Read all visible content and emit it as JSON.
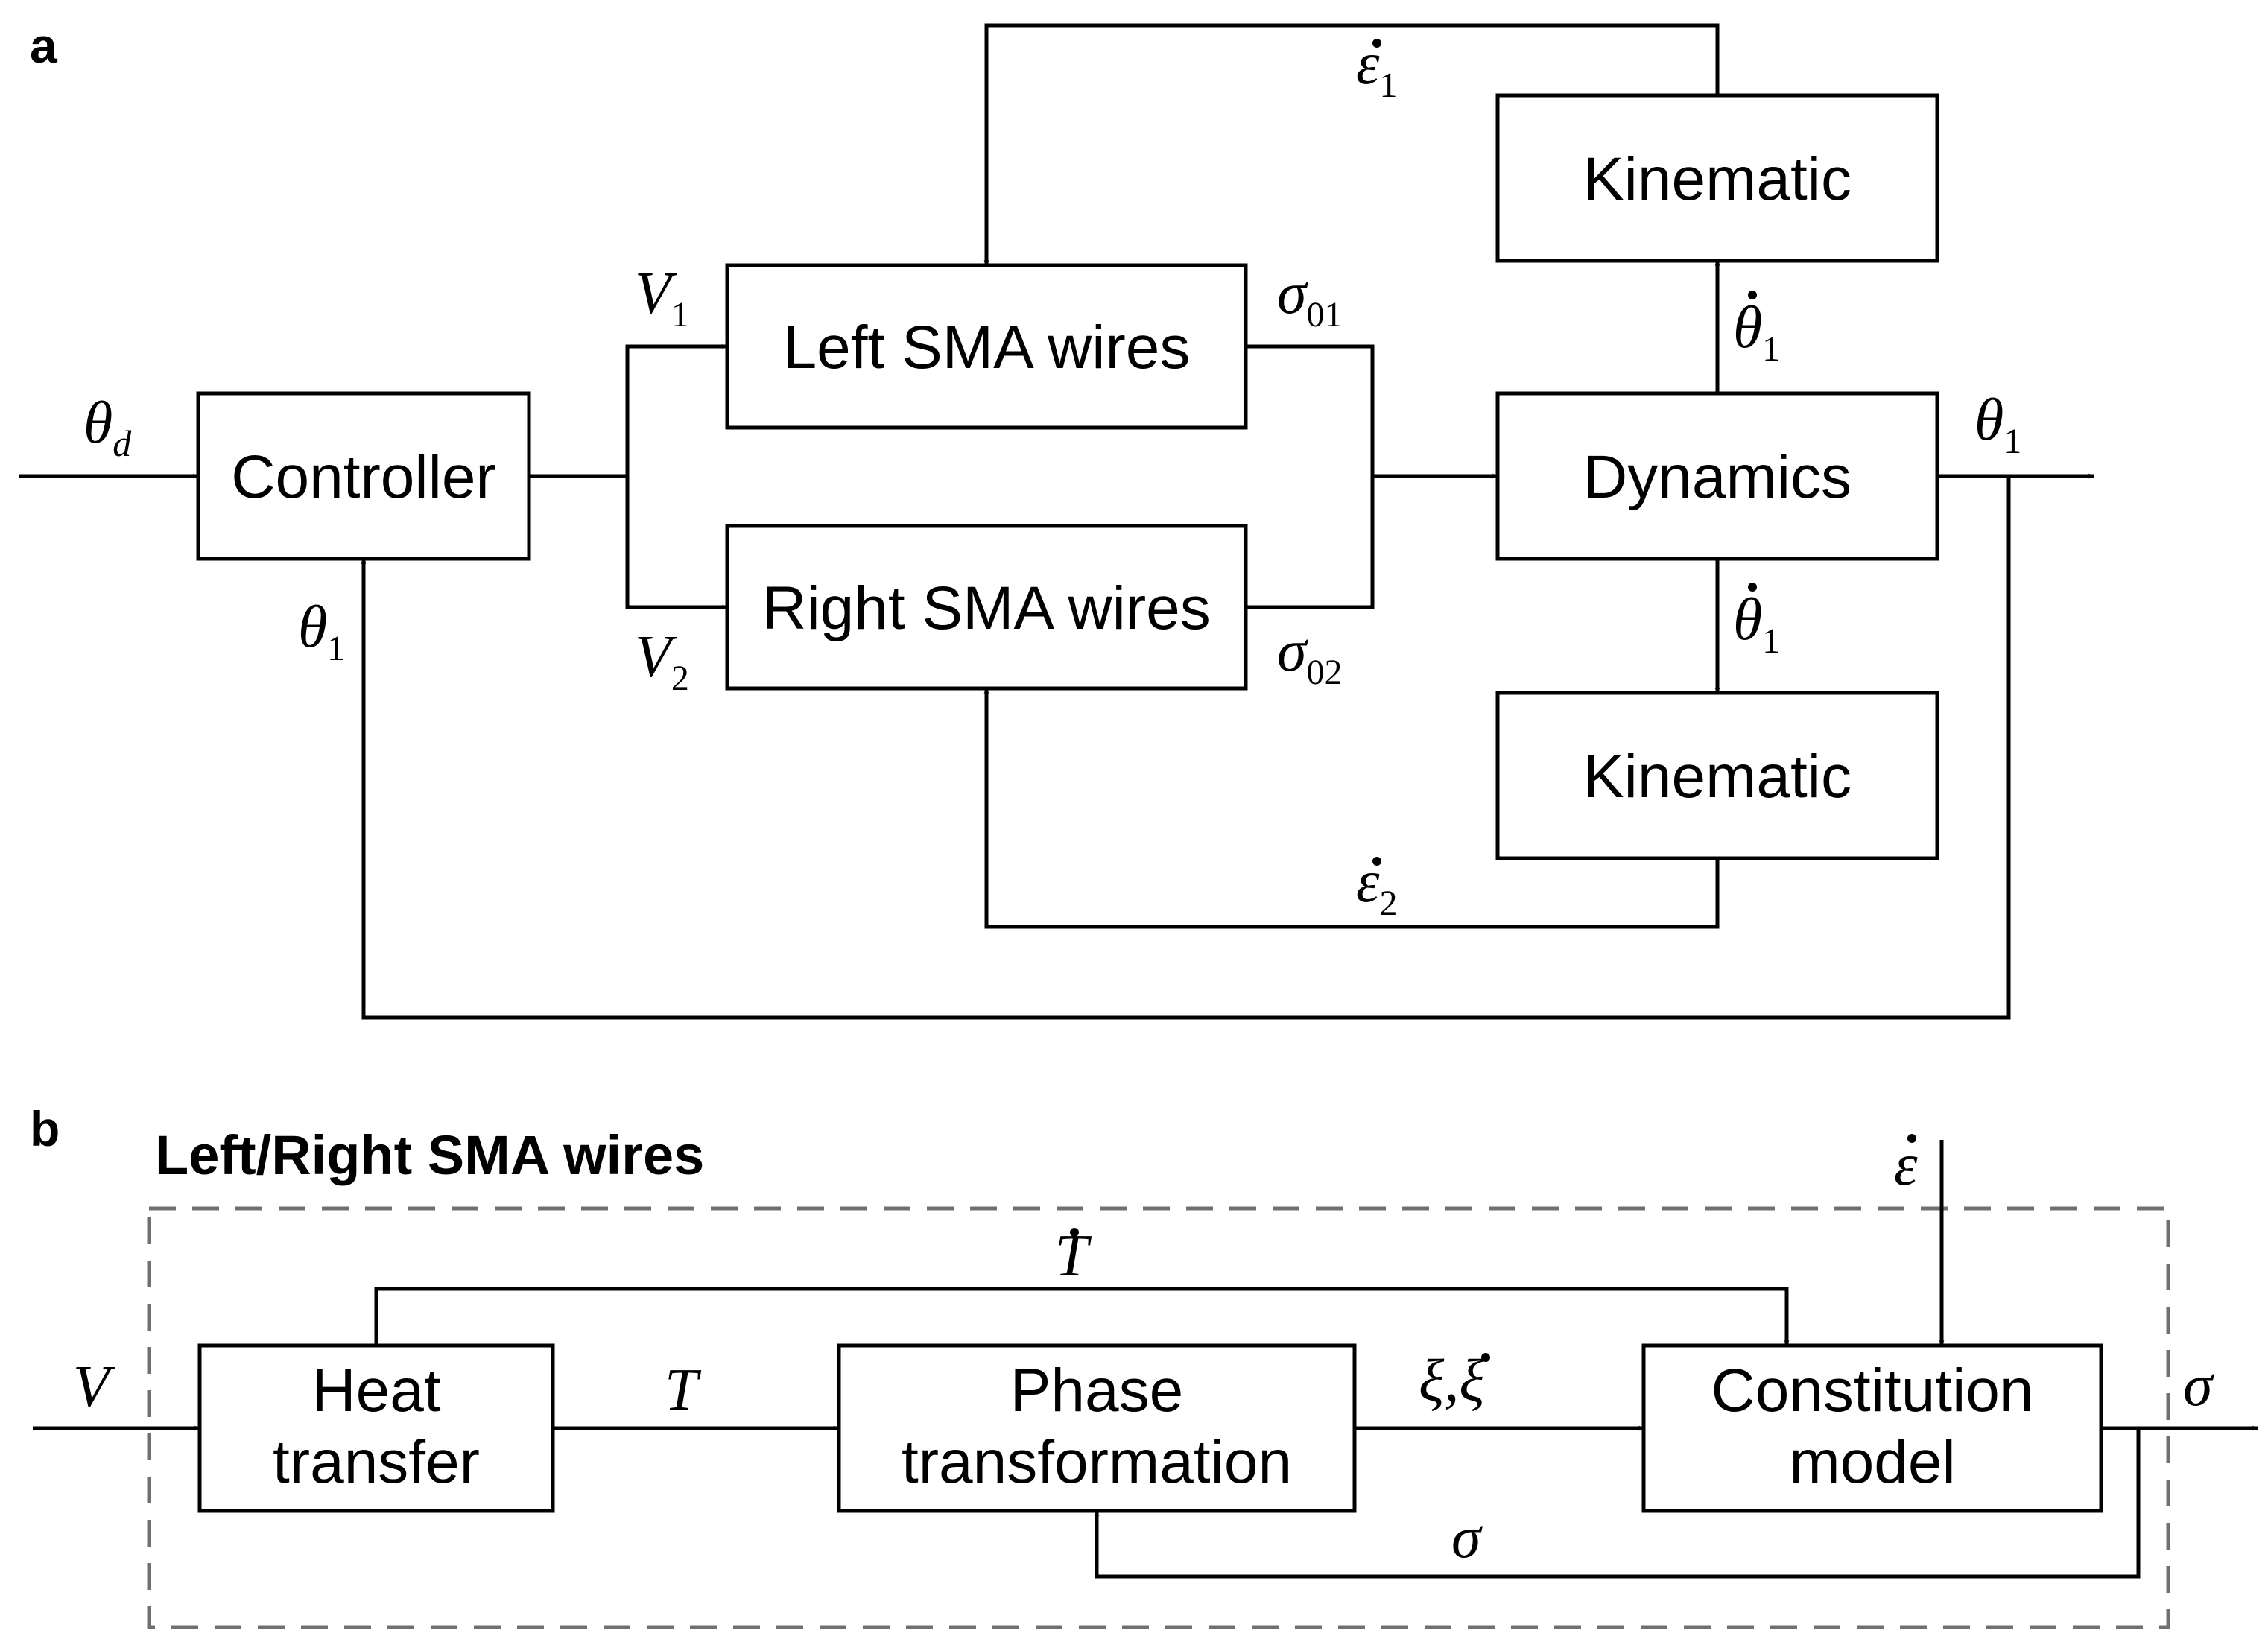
{
  "panels": {
    "a": "a",
    "b": "b"
  },
  "blocks_a": {
    "controller": "Controller",
    "left_wires": "Left SMA wires",
    "right_wires": "Right SMA wires",
    "dynamics": "Dynamics",
    "kinematic_top": "Kinematic",
    "kinematic_bottom": "Kinematic"
  },
  "signals_a": {
    "theta_d": {
      "base": "θ",
      "sub": "d"
    },
    "theta1_out": {
      "base": "θ",
      "sub": "1"
    },
    "theta1_feedback": {
      "base": "θ",
      "sub": "1"
    },
    "v1": {
      "base": "V",
      "sub": "1"
    },
    "v2": {
      "base": "V",
      "sub": "2"
    },
    "sigma01": {
      "base": "σ",
      "sub": "01"
    },
    "sigma02": {
      "base": "σ",
      "sub": "02"
    },
    "eps1_dot": {
      "base": "ε",
      "sub": "1"
    },
    "eps2_dot": {
      "base": "ε",
      "sub": "2"
    },
    "theta1_dot_up": {
      "base": "θ",
      "sub": "1"
    },
    "theta1_dot_down": {
      "base": "θ",
      "sub": "1"
    }
  },
  "group_b": {
    "title": "Left/Right SMA wires"
  },
  "blocks_b": {
    "heat_line1": "Heat",
    "heat_line2": "transfer",
    "phase_line1": "Phase",
    "phase_line2": "transformation",
    "const_line1": "Constitution",
    "const_line2": "model"
  },
  "signals_b": {
    "v": "V",
    "t": "T",
    "t_dot": "T",
    "xi": "ξ",
    "xi_sep": ",",
    "xi_dot": "ξ",
    "sigma_out": "σ",
    "sigma_fb": "σ",
    "eps_dot": "ε"
  }
}
